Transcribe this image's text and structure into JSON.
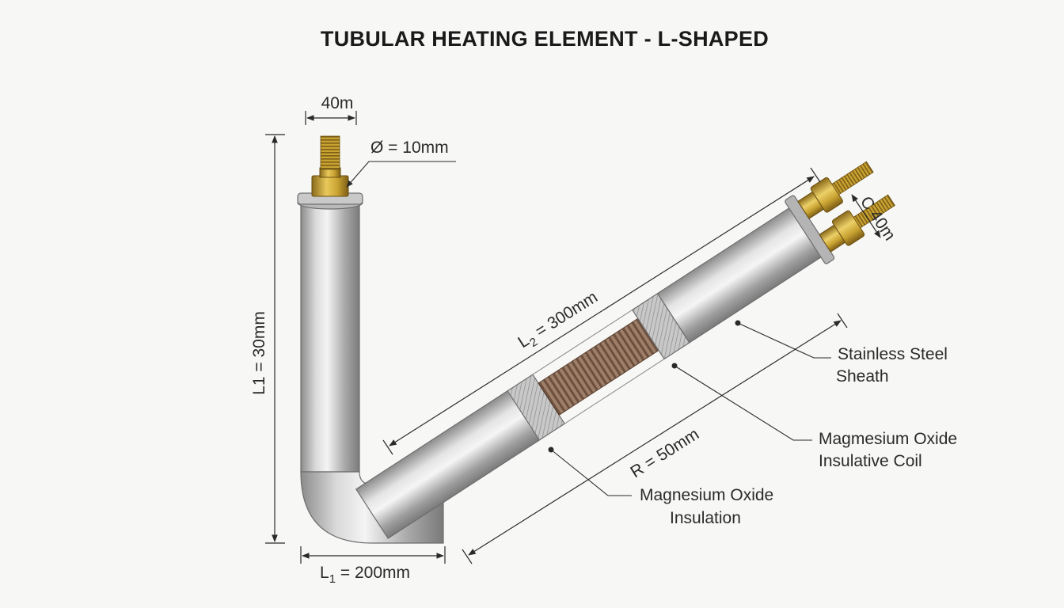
{
  "title": "TUBULAR HEATING ELEMENT - L-SHAPED",
  "dimensions": {
    "top_terminal_width": "40m",
    "diameter": "Ø = 10mm",
    "vertical_length": "L1 = 30mm",
    "horizontal_length_prefix": "L",
    "horizontal_length_sub": "1",
    "horizontal_length_value": " = 200mm",
    "diagonal_length_prefix": "L",
    "diagonal_length_sub": "2",
    "diagonal_length_value": " = 300mm",
    "bend_radius": "R = 50mm",
    "terminal_spacing": "C 40m"
  },
  "callouts": {
    "sheath_line1": "Stainless Steel",
    "sheath_line2": "Sheath",
    "coil_line1": "Magmesium Oxide",
    "coil_line2": "Insulative Coil",
    "insulation_line1": "Magnesium Oxide",
    "insulation_line2": "Insulation"
  },
  "colors": {
    "sheath": "#b8b8b8",
    "brass": "#c9a332",
    "coil": "#8a6a55"
  }
}
